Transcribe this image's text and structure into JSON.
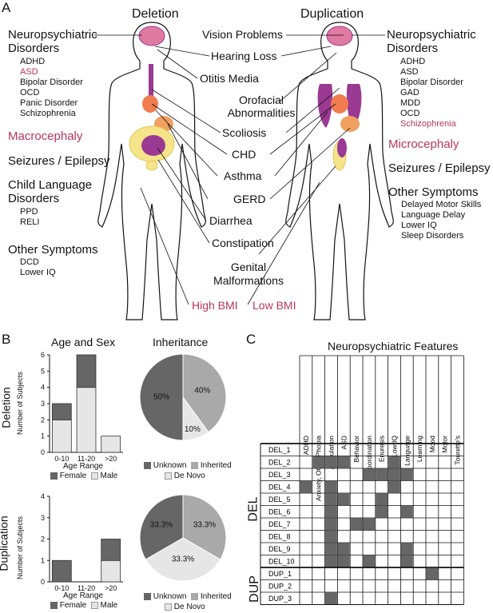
{
  "panelA": {
    "letter": "A",
    "deletion_title": "Deletion",
    "duplication_title": "Duplication",
    "left": {
      "neuro_title": "Neuropsychiatric Disorders",
      "neuro_items": [
        "ADHD",
        "ASD",
        "Bipolar Disorder",
        "OCD",
        "Panic Disorder",
        "Schizophrenia"
      ],
      "macro": "Macrocephaly",
      "seizures": "Seizures / Epilepsy",
      "child_lang": "Child Language Disorders",
      "child_items": [
        "PPD",
        "RELI"
      ],
      "other_title": "Other Symptoms",
      "other_items": [
        "DCD",
        "Lower IQ"
      ]
    },
    "right": {
      "neuro_title": "Neuropsychiatric Disorders",
      "neuro_items": [
        "ADHD",
        "ASD",
        "Bipolar Disorder",
        "GAD",
        "MDD",
        "OCD",
        "Schizophrenia"
      ],
      "micro": "Microcephaly",
      "seizures": "Seizures / Epilepsy",
      "other_title": "Other Symptoms",
      "other_items": [
        "Delayed Motor Skills",
        "Language Delay",
        "Lower IQ",
        "Sleep Disorders"
      ]
    },
    "center": [
      "Vision Problems",
      "Hearing Loss",
      "Otitis Media",
      "Orofacial Abnormalities",
      "Scoliosis",
      "CHD",
      "Asthma",
      "GERD",
      "Diarrhea",
      "Constipation",
      "Genital Malformations"
    ],
    "high_bmi": "High BMI",
    "low_bmi": "Low BMI",
    "colors": {
      "red": "#b8365a",
      "organ_purple": "#9b3a93",
      "brain_pink": "#e07aa0",
      "gut_yellow": "#f6e48a",
      "heart_orange": "#f07c50"
    }
  },
  "panelB": {
    "letter": "B",
    "age_title": "Age and Sex",
    "inh_title": "Inheritance",
    "row_del": "Deletion",
    "row_dup": "Duplication",
    "ylabel": "Number of Subjects",
    "xlabel": "Age Range",
    "legend_female": "Female",
    "legend_male": "Male",
    "legend_unknown": "Unknown",
    "legend_inherited": "Inherited",
    "legend_denovo": "De Novo"
  },
  "chart_data": [
    {
      "type": "bar",
      "categories": [
        "0-10",
        "11-20",
        ">20"
      ],
      "series": [
        {
          "name": "Female",
          "values": [
            1,
            2,
            0
          ]
        },
        {
          "name": "Male",
          "values": [
            2,
            4,
            1
          ]
        }
      ],
      "stacked": true,
      "ylim": [
        0,
        6
      ],
      "yticks": [
        "0",
        "1",
        "2",
        "3",
        "4",
        "5",
        "6"
      ],
      "xlabel": "Age Range",
      "ylabel": "Number of Subjects",
      "colors": {
        "Female": "#666666",
        "Male": "#e6e6e6"
      }
    },
    {
      "type": "pie",
      "labels": [
        "Unknown",
        "Inherited",
        "De Novo"
      ],
      "values": [
        50,
        40,
        10
      ],
      "value_labels": [
        "50%",
        "40%",
        "10%"
      ],
      "colors": [
        "#666666",
        "#a9a9a9",
        "#e6e6e6"
      ]
    },
    {
      "type": "bar",
      "categories": [
        "0-10",
        "11-20",
        ">20"
      ],
      "series": [
        {
          "name": "Female",
          "values": [
            1,
            0,
            1
          ]
        },
        {
          "name": "Male",
          "values": [
            0,
            0,
            1
          ]
        }
      ],
      "stacked": true,
      "ylim": [
        0,
        4
      ],
      "yticks": [
        "0",
        "1",
        "2",
        "3",
        "4"
      ],
      "xlabel": "Age Range",
      "ylabel": "Number of Subjects",
      "colors": {
        "Female": "#666666",
        "Male": "#e6e6e6"
      }
    },
    {
      "type": "pie",
      "labels": [
        "Unknown",
        "Inherited",
        "De Novo"
      ],
      "values": [
        33.3,
        33.3,
        33.3
      ],
      "value_labels": [
        "33.3%",
        "33.3%",
        "33.3%"
      ],
      "colors": [
        "#666666",
        "#a9a9a9",
        "#e6e6e6"
      ]
    },
    {
      "type": "table",
      "title": "Neuropsychiatric Features",
      "columns": [
        "ADHD",
        "Anxiety, OCD, Phobia",
        "Articulation",
        "ASD",
        "Behavior",
        "Coordination",
        "Enuresis",
        "Low IQ",
        "Language",
        "Learning",
        "Mood",
        "Motor",
        "Tourette's"
      ],
      "groups": [
        {
          "name": "DEL",
          "rows": [
            "DEL_1",
            "DEL_2",
            "DEL_3",
            "DEL_4",
            "DEL_5",
            "DEL_6",
            "DEL_7",
            "DEL_8",
            "DEL_9",
            "DEL_10"
          ]
        },
        {
          "name": "DUP",
          "rows": [
            "DUP_1",
            "DUP_2",
            "DUP_3"
          ]
        }
      ],
      "matrix": [
        [
          0,
          0,
          0,
          0,
          0,
          0,
          0,
          0,
          0,
          0,
          0,
          0,
          0
        ],
        [
          0,
          1,
          1,
          1,
          0,
          0,
          0,
          1,
          0,
          0,
          0,
          0,
          0
        ],
        [
          0,
          0,
          0,
          0,
          0,
          1,
          1,
          1,
          1,
          0,
          0,
          0,
          0
        ],
        [
          1,
          0,
          1,
          0,
          0,
          0,
          0,
          1,
          0,
          0,
          0,
          0,
          0
        ],
        [
          0,
          0,
          1,
          1,
          0,
          0,
          1,
          0,
          0,
          0,
          0,
          0,
          0
        ],
        [
          0,
          0,
          1,
          0,
          0,
          0,
          1,
          0,
          1,
          0,
          0,
          0,
          0
        ],
        [
          0,
          0,
          1,
          0,
          1,
          1,
          0,
          0,
          0,
          0,
          0,
          0,
          0
        ],
        [
          0,
          0,
          1,
          0,
          0,
          0,
          0,
          0,
          0,
          0,
          0,
          0,
          0
        ],
        [
          0,
          0,
          1,
          1,
          0,
          0,
          0,
          0,
          1,
          0,
          0,
          0,
          0
        ],
        [
          0,
          0,
          1,
          1,
          0,
          1,
          0,
          0,
          1,
          0,
          0,
          0,
          0
        ],
        [
          0,
          0,
          0,
          0,
          0,
          0,
          0,
          0,
          0,
          0,
          1,
          0,
          0
        ],
        [
          0,
          0,
          0,
          0,
          0,
          0,
          0,
          0,
          0,
          0,
          0,
          0,
          0
        ],
        [
          0,
          0,
          1,
          0,
          0,
          0,
          0,
          0,
          0,
          0,
          0,
          0,
          0
        ]
      ]
    }
  ],
  "panelC": {
    "letter": "C",
    "title": "Neuropsychiatric Features",
    "group_del": "DEL",
    "group_dup": "DUP"
  }
}
